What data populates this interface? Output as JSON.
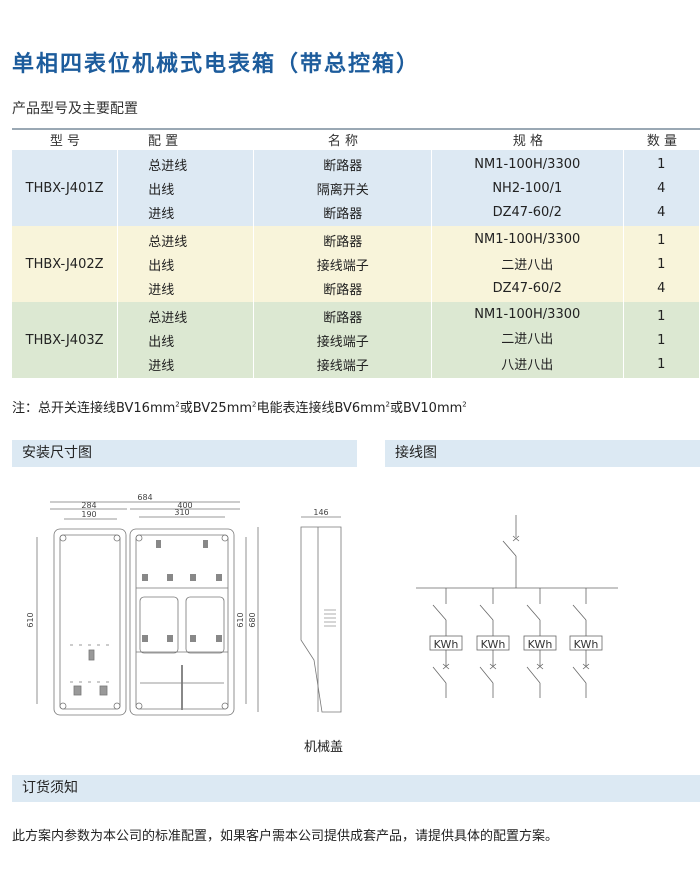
{
  "title": "单相四表位机械式电表箱（带总控箱）",
  "subtitle": "产品型号及主要配置",
  "table": {
    "headers": [
      "型 号",
      "配 置",
      "名 称",
      "规 格",
      "数 量"
    ],
    "groups": [
      {
        "model": "THBX-J401Z",
        "rows": [
          {
            "config": "总进线",
            "name": "断路器",
            "spec": "NM1-100H/3300",
            "qty": "1"
          },
          {
            "config": "出线",
            "name": "隔离开关",
            "spec": "NH2-100/1",
            "qty": "4"
          },
          {
            "config": "进线",
            "name": "断路器",
            "spec": "DZ47-60/2",
            "qty": "4"
          }
        ]
      },
      {
        "model": "THBX-J402Z",
        "rows": [
          {
            "config": "总进线",
            "name": "断路器",
            "spec": "NM1-100H/3300",
            "qty": "1"
          },
          {
            "config": "出线",
            "name": "接线端子",
            "spec": "二进八出",
            "qty": "1"
          },
          {
            "config": "进线",
            "name": "断路器",
            "spec": "DZ47-60/2",
            "qty": "4"
          }
        ]
      },
      {
        "model": "THBX-J403Z",
        "rows": [
          {
            "config": "总进线",
            "name": "断路器",
            "spec": "NM1-100H/3300",
            "qty": "1"
          },
          {
            "config": "出线",
            "name": "接线端子",
            "spec": "二进八出",
            "qty": "1"
          },
          {
            "config": "进线",
            "name": "接线端子",
            "spec": "八进八出",
            "qty": "1"
          }
        ]
      }
    ]
  },
  "note": {
    "prefix": "注：总开关连接线BV16mm",
    "mid1": "或BV25mm",
    "mid2": "电能表连接线BV6mm",
    "mid3": "或BV10mm",
    "sup": "2"
  },
  "sections": {
    "install": "安装尺寸图",
    "wiring": "接线图",
    "order": "订货须知"
  },
  "dimensions": {
    "total_width": "684",
    "left_width": "284",
    "right_width": "400",
    "left_inner": "190",
    "right_inner": "310",
    "height_left": "610",
    "height_inner": "610",
    "height_total": "680",
    "depth": "146"
  },
  "caption": "机械盖",
  "meter_label": "KWh",
  "order_text": "此方案内参数为本公司的标准配置，如果客户需本公司提供成套产品，请提供具体的配置方案。"
}
